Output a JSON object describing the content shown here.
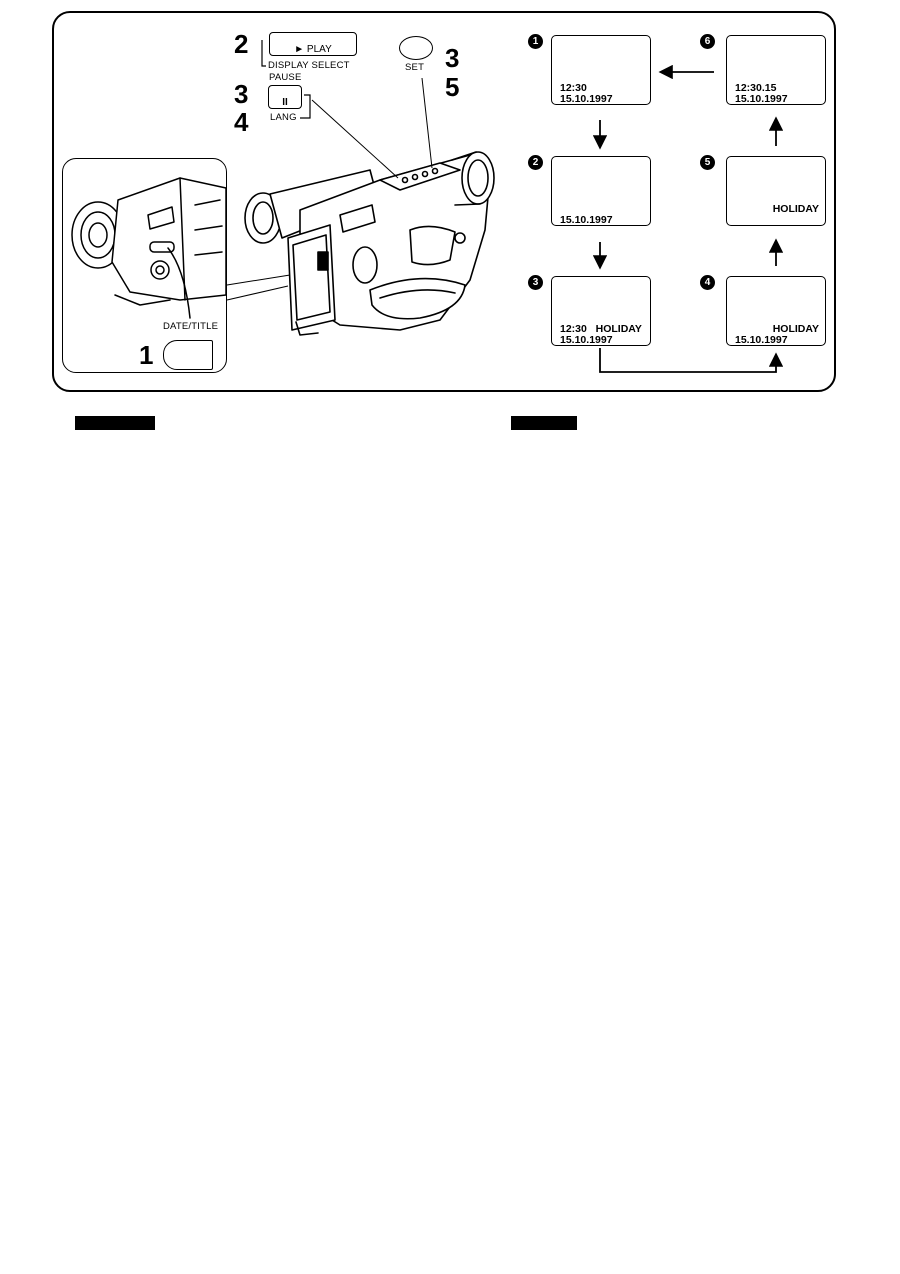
{
  "buttons": {
    "play": {
      "step": "2",
      "label": "► PLAY",
      "caption": "DISPLAY SELECT"
    },
    "pause": {
      "step_primary": "3",
      "step_secondary": "4",
      "caption_top": "PAUSE",
      "label": "II",
      "caption_bottom": "LANG"
    },
    "set": {
      "step_primary": "3",
      "step_secondary": "5",
      "caption": "SET"
    },
    "date_title": {
      "step": "1",
      "caption": "DATE/TITLE"
    }
  },
  "screens": [
    {
      "badge": "1",
      "line1": "12:30",
      "line2": "15.10.1997"
    },
    {
      "badge": "2",
      "line1": "",
      "line2": "15.10.1997"
    },
    {
      "badge": "3",
      "line1": "12:30   HOLIDAY",
      "line2": "15.10.1997"
    },
    {
      "badge": "4",
      "line1": "HOLIDAY",
      "line2": "15.10.1997"
    },
    {
      "badge": "5",
      "line1": "",
      "line2": "HOLIDAY"
    },
    {
      "badge": "6",
      "line1": "12:30.15",
      "line2": "15.10.1997"
    }
  ],
  "icons": {
    "camera": "camcorder-illustration",
    "detail": "camcorder-side-detail",
    "arrow": "flow-arrow"
  }
}
